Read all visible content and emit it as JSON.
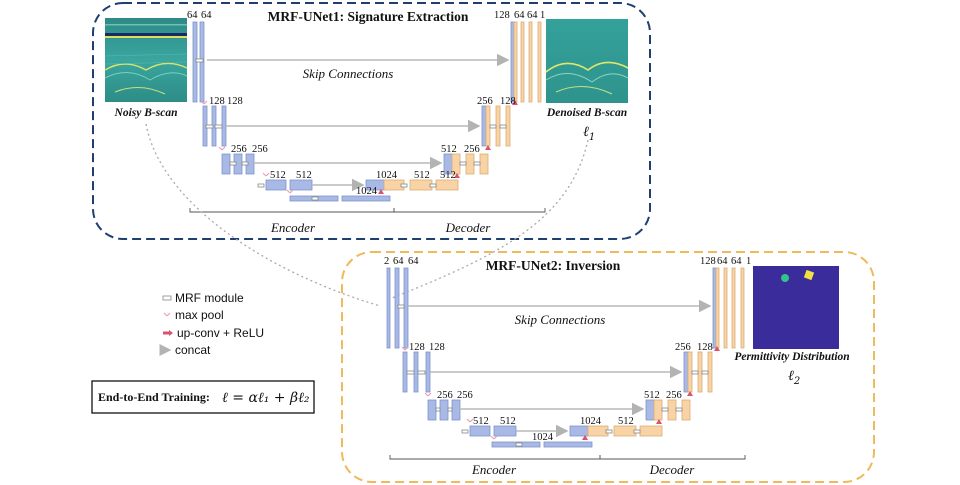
{
  "net1": {
    "title": "MRF-UNet1: Signature Extraction",
    "input_caption": "Noisy B-scan",
    "output_caption": "Denoised B-scan",
    "loss_label": "ℓ",
    "loss_sub": "1",
    "skip_label": "Skip Connections",
    "encoder_label": "Encoder",
    "decoder_label": "Decoder",
    "ch_enc": [
      "64",
      "64",
      "128",
      "128",
      "256",
      "256",
      "512",
      "512",
      "1024"
    ],
    "ch_dec": [
      "1024",
      "512",
      "512",
      "256",
      "256",
      "128",
      "128",
      "64",
      "64",
      "1"
    ]
  },
  "net2": {
    "title": "MRF-UNet2: Inversion",
    "output_caption": "Permittivity Distribution",
    "loss_label": "ℓ",
    "loss_sub": "2",
    "skip_label": "Skip Connections",
    "encoder_label": "Encoder",
    "decoder_label": "Decoder",
    "ch_enc": [
      "2",
      "64",
      "64",
      "128",
      "128",
      "256",
      "256",
      "512",
      "512",
      "1024"
    ],
    "ch_dec": [
      "1024",
      "512",
      "512",
      "256",
      "256",
      "128",
      "128",
      "64",
      "64",
      "1"
    ]
  },
  "legend": {
    "mrf": "MRF module",
    "pool": "max pool",
    "up": "up-conv + ReLU",
    "concat": "concat"
  },
  "training": {
    "label": "End-to-End Training:",
    "formula": "ℓ = αℓ₁ + βℓ₂"
  },
  "colors": {
    "net1_border": "#1f3f73",
    "net2_border": "#f0b959",
    "encoder_block": "#a9b9e6",
    "decoder_block": "#f7d3a6",
    "upconv_arrow": "#d9536f",
    "permittivity_bg": "#3b2c9b"
  }
}
